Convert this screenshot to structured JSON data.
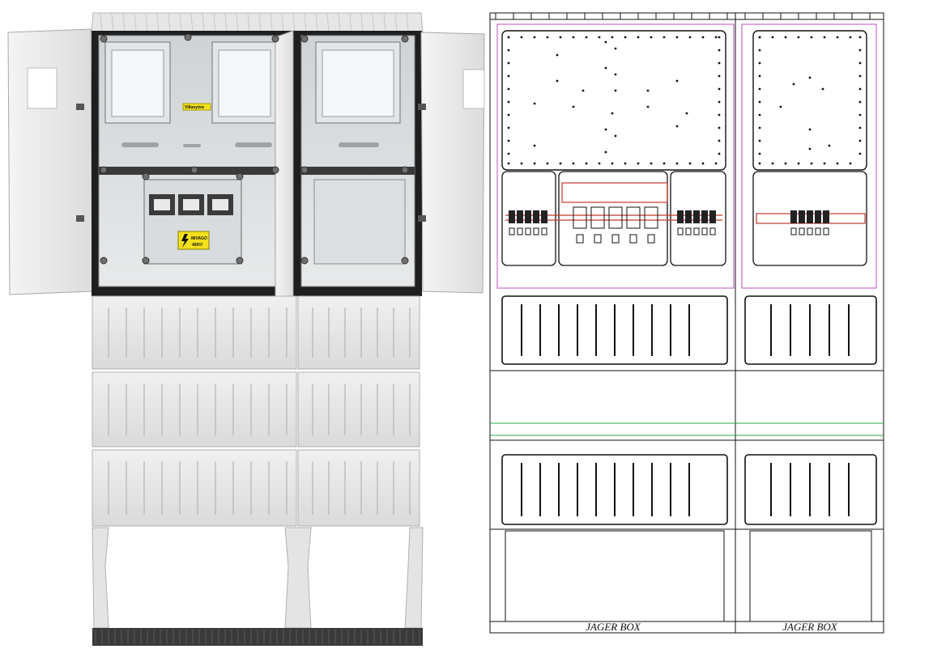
{
  "render": {
    "warning_label_line1": "MIVAGO",
    "warning_label_line2": "400V!",
    "small_label": "Villanyóra"
  },
  "drawing": {
    "brand_left": "JAGER BOX",
    "brand_right": "JAGER BOX"
  },
  "colors": {
    "background": "#ffffff",
    "cabinet_light": "#ebebeb",
    "cabinet_shade": "#d2d2d2",
    "cabinet_dark": "#1c1c1c",
    "warning_yellow": "#f2e01c",
    "drawing_line": "#111111",
    "busbar_red": "#c0392b",
    "mounting_green": "#27a844",
    "outline_magenta": "#c04fc0"
  }
}
